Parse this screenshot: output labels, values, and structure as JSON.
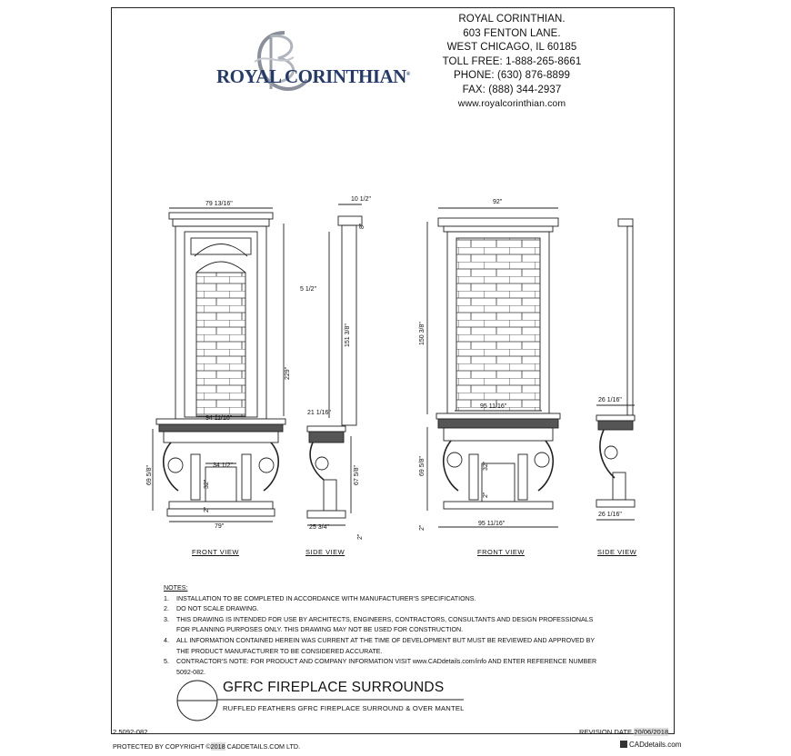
{
  "company": {
    "name": "ROYAL CORINTHIAN.",
    "address": "603 FENTON LANE.",
    "city": "WEST CHICAGO, IL 60185",
    "toll_free": "TOLL FREE: 1-888-265-8661",
    "phone": "PHONE: (630) 876-8899",
    "fax": "FAX:  (888) 344-2937",
    "website": "www.royalcorinthian.com"
  },
  "logo": {
    "text": "ROYAL CORINTHIAN",
    "registered": "®"
  },
  "drawings": {
    "view1": {
      "label": "FRONT VIEW",
      "dims": {
        "top_width": "79 13/16\"",
        "height": "229\"",
        "shelf": "94 11/16\"",
        "lower_height": "69 5/8\"",
        "opening_width": "34 1/2\"",
        "opening_height": "32\"",
        "hearth": "2\"",
        "base_width": "79\""
      }
    },
    "view2": {
      "label": "SIDE VIEW",
      "dims": {
        "depth_top": "10 1/2\"",
        "cap": "8\"",
        "projection": "5 1/2\"",
        "overmantel": "151 3/8\"",
        "shelf_depth": "21 1/16\"",
        "lower_height": "67 5/8\"",
        "base_depth": "25 3/4\"",
        "base_height": "2\""
      }
    },
    "view3": {
      "label": "FRONT VIEW",
      "dims": {
        "top_width": "92\"",
        "overmantel": "150 3/8\"",
        "shelf": "95 11/16\"",
        "lower_height": "69 5/8\"",
        "opening_height": "32\"",
        "hearth": "2\"",
        "base_height": "2\"",
        "base_width": "95 11/16\""
      }
    },
    "view4": {
      "label": "SIDE VIEW",
      "dims": {
        "shelf_depth": "26 1/16\"",
        "base_depth": "26 1/16\""
      }
    }
  },
  "notes": {
    "header": "NOTES:",
    "items": [
      {
        "num": "1.",
        "text": "INSTALLATION TO BE COMPLETED IN ACCORDANCE WITH MANUFACTURER'S SPECIFICATIONS."
      },
      {
        "num": "2.",
        "text": "DO NOT SCALE DRAWING."
      },
      {
        "num": "3.",
        "text": "THIS DRAWING IS INTENDED FOR USE BY ARCHITECTS, ENGINEERS, CONTRACTORS, CONSULTANTS AND DESIGN PROFESSIONALS FOR PLANNING PURPOSES ONLY. THIS DRAWING MAY NOT BE USED FOR CONSTRUCTION."
      },
      {
        "num": "4.",
        "text": "ALL INFORMATION CONTAINED HEREIN WAS CURRENT AT THE TIME OF DEVELOPMENT BUT MUST BE REVIEWED AND APPROVED BY THE PRODUCT MANUFACTURER TO BE CONSIDERED ACCURATE."
      },
      {
        "num": "5.",
        "text": "CONTRACTOR'S NOTE: FOR PRODUCT AND COMPANY INFORMATION VISIT www.CADdetails.com/info AND ENTER REFERENCE NUMBER 5092-082."
      }
    ]
  },
  "title_block": {
    "title": "GFRC FIREPLACE SURROUNDS",
    "subtitle": "RUFFLED FEATHERS GFRC FIREPLACE SURROUND & OVER MANTEL",
    "reference": "2 5092-082",
    "revision_label": "REVISION DATE",
    "revision_date": "20/06/2018"
  },
  "footer": {
    "copyright_prefix": "PROTECTED BY COPYRIGHT ©",
    "copyright_year": "2018",
    "copyright_suffix": " CADDETAILS.COM LTD.",
    "brand": "CADdetails.com"
  }
}
